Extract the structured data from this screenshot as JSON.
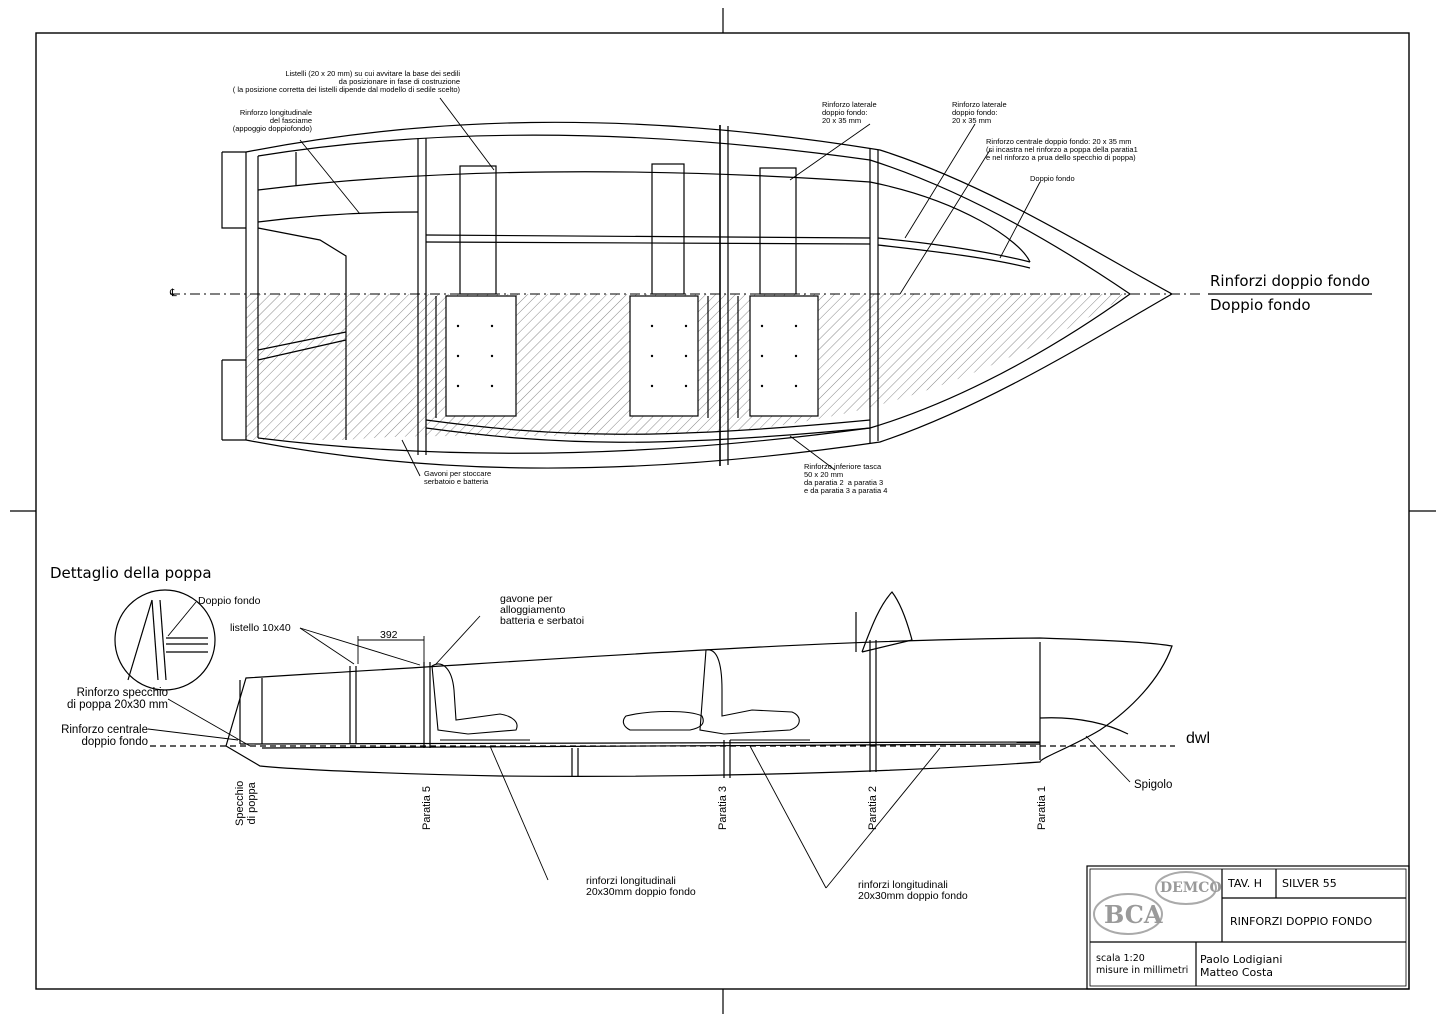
{
  "plan_view": {
    "labels": {
      "listelli": "Listelli (20 x 20 mm) su cui avvitare la base dei sedili\n da posizionare in fase di costruzione\n( la posizione corretta dei listelli dipende dal modello di sedile scelto)",
      "rinforzo_long_fasciame": "Rinforzo longitudinale\ndel fasciame\n(appoggio doppiofondo)",
      "rinforzo_laterale_1": "Rinforzo laterale\ndoppio fondo:\n20 x 35 mm",
      "rinforzo_laterale_2": "Rinforzo laterale\ndoppio fondo:\n20 x 35 mm",
      "rinforzo_centrale": "Rinforzo centrale doppio fondo: 20 x 35 mm\n(si incastra nel rinforzo a poppa della paratia1\ne nel rinforzo a prua dello specchio di poppa)",
      "doppio_fondo_small": "Doppio fondo",
      "gavoni": "Gavoni per stoccare\nserbatoio e batteria",
      "rinforzo_inferiore": "Rinforzo inferiore tasca\n50 x 20 mm\nda paratia 2  a paratia 3\ne da paratia 3 a paratia 4",
      "centerline_mark": "℄"
    },
    "legend_top": "Rinforzi doppio fondo",
    "legend_bottom": "Doppio fondo"
  },
  "side_view": {
    "title": "Dettaglio della poppa",
    "labels": {
      "doppio_fondo": "Doppio fondo",
      "listello": "listello 10x40",
      "dimension": "392",
      "gavone": "gavone per\nalloggiamento\nbatteria e serbatoi",
      "rinforzo_specchio": "Rinforzo specchio\ndi poppa 20x30 mm",
      "rinforzo_centrale": "Rinforzo centrale\ndoppio fondo",
      "dwl": "dwl",
      "spigolo": "Spigolo",
      "rinforzi_long_1": "rinforzi longitudinali\n20x30mm doppio fondo",
      "rinforzi_long_2": "rinforzi longitudinali\n20x30mm doppio fondo"
    },
    "stations": [
      "Specchio\ndi poppa",
      "Paratia 5",
      "Paratia 3",
      "Paratia 2",
      "Paratia 1"
    ]
  },
  "title_block": {
    "logo_top": "DEMCO",
    "logo_bottom": "BCA",
    "tav": "TAV. H",
    "model": "SILVER 55",
    "subject": "RINFORZI DOPPIO FONDO",
    "scale": "scala 1:20\nmisure in millimetri",
    "authors": "Paolo Lodigiani\nMatteo Costa"
  }
}
